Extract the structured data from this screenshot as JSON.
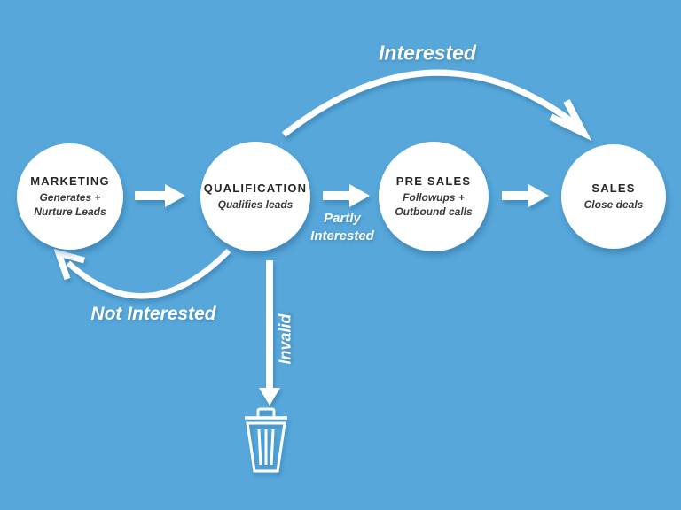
{
  "canvas": {
    "background_color": "#57A7DA",
    "shape_color": "#FFFFFF",
    "node_text_color": "#2D2D2D",
    "shadow_color": "#1C5C8C"
  },
  "nodes": [
    {
      "id": "marketing",
      "title": "MARKETING",
      "subtitle": "Generates +\nNurture Leads"
    },
    {
      "id": "qualification",
      "title": "QUALIFICATION",
      "subtitle": "Qualifies leads"
    },
    {
      "id": "pre-sales",
      "title": "PRE SALES",
      "subtitle": "Followups +\nOutbound calls"
    },
    {
      "id": "sales",
      "title": "SALES",
      "subtitle": "Close deals"
    }
  ],
  "edge_labels": {
    "interested": "Interested",
    "partly_interested": "Partly\nInterested",
    "not_interested": "Not Interested",
    "invalid": "Invalid"
  },
  "icons": {
    "trash": "trash-icon"
  }
}
